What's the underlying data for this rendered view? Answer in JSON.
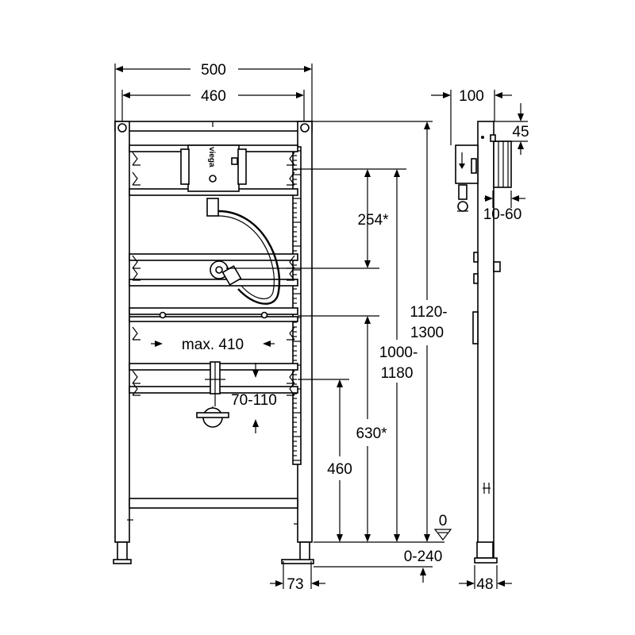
{
  "brand": {
    "logo_text": "viega"
  },
  "dimensions": {
    "overall_width": "500",
    "inner_width": "460",
    "depth": "100",
    "top_offset": "45",
    "connection_range": "10-60",
    "outlet_height": "254*",
    "bracket_spacing": "max. 410",
    "drain_range": "70-110",
    "height_range_max_top": "1120-",
    "height_range_max_bottom": "1300",
    "height_range_min_top": "1000-",
    "height_range_min_bottom": "1180",
    "drain_height": "630*",
    "lower_height": "460",
    "floor_level": "0",
    "foot_adjust": "0-240",
    "foot_width": "73",
    "profile_depth": "48"
  }
}
